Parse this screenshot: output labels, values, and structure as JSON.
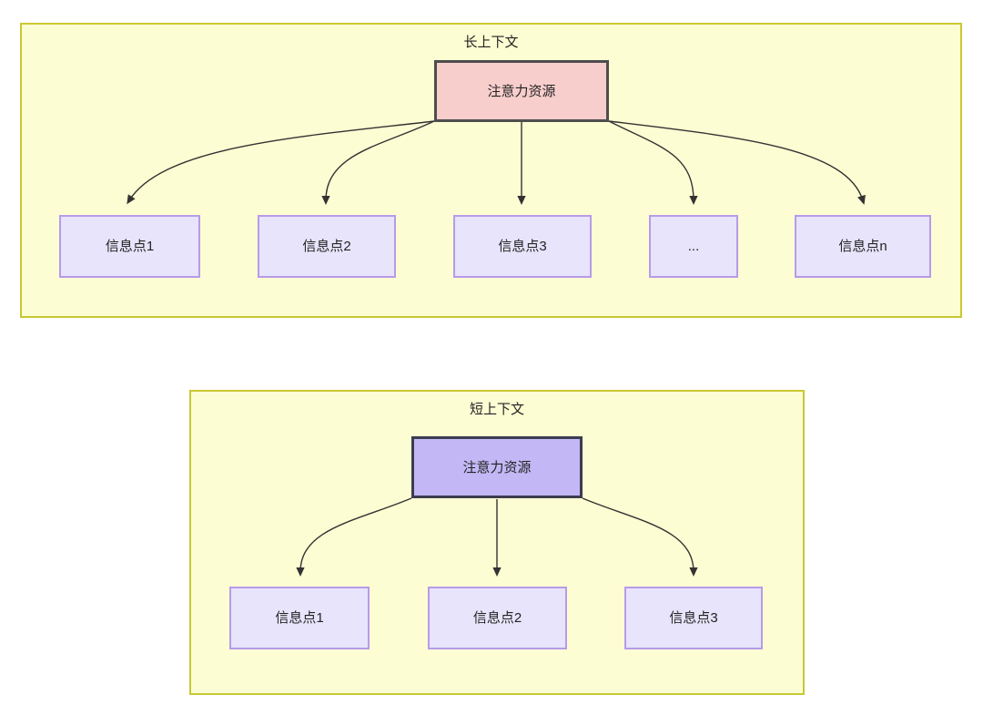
{
  "diagram": {
    "title_long": "长上下文",
    "title_short": "短上下文",
    "colors": {
      "container_fill": "#fdfdd3",
      "container_border": "#c8c832",
      "attention_long_fill": "#f8cecc",
      "attention_long_border": "#4e4e4e",
      "attention_short_fill": "#c3b8f5",
      "attention_short_border": "#3c3c50",
      "info_fill": "#e7e4fb",
      "info_border": "#b69bea",
      "edge_stroke": "#333333",
      "text": "#232323"
    }
  },
  "long_context": {
    "title": "长上下文",
    "root": {
      "label": "注意力资源"
    },
    "children": [
      {
        "label": "信息点1"
      },
      {
        "label": "信息点2"
      },
      {
        "label": "信息点3"
      },
      {
        "label": "..."
      },
      {
        "label": "信息点n"
      }
    ]
  },
  "short_context": {
    "title": "短上下文",
    "root": {
      "label": "注意力资源"
    },
    "children": [
      {
        "label": "信息点1"
      },
      {
        "label": "信息点2"
      },
      {
        "label": "信息点3"
      }
    ]
  }
}
